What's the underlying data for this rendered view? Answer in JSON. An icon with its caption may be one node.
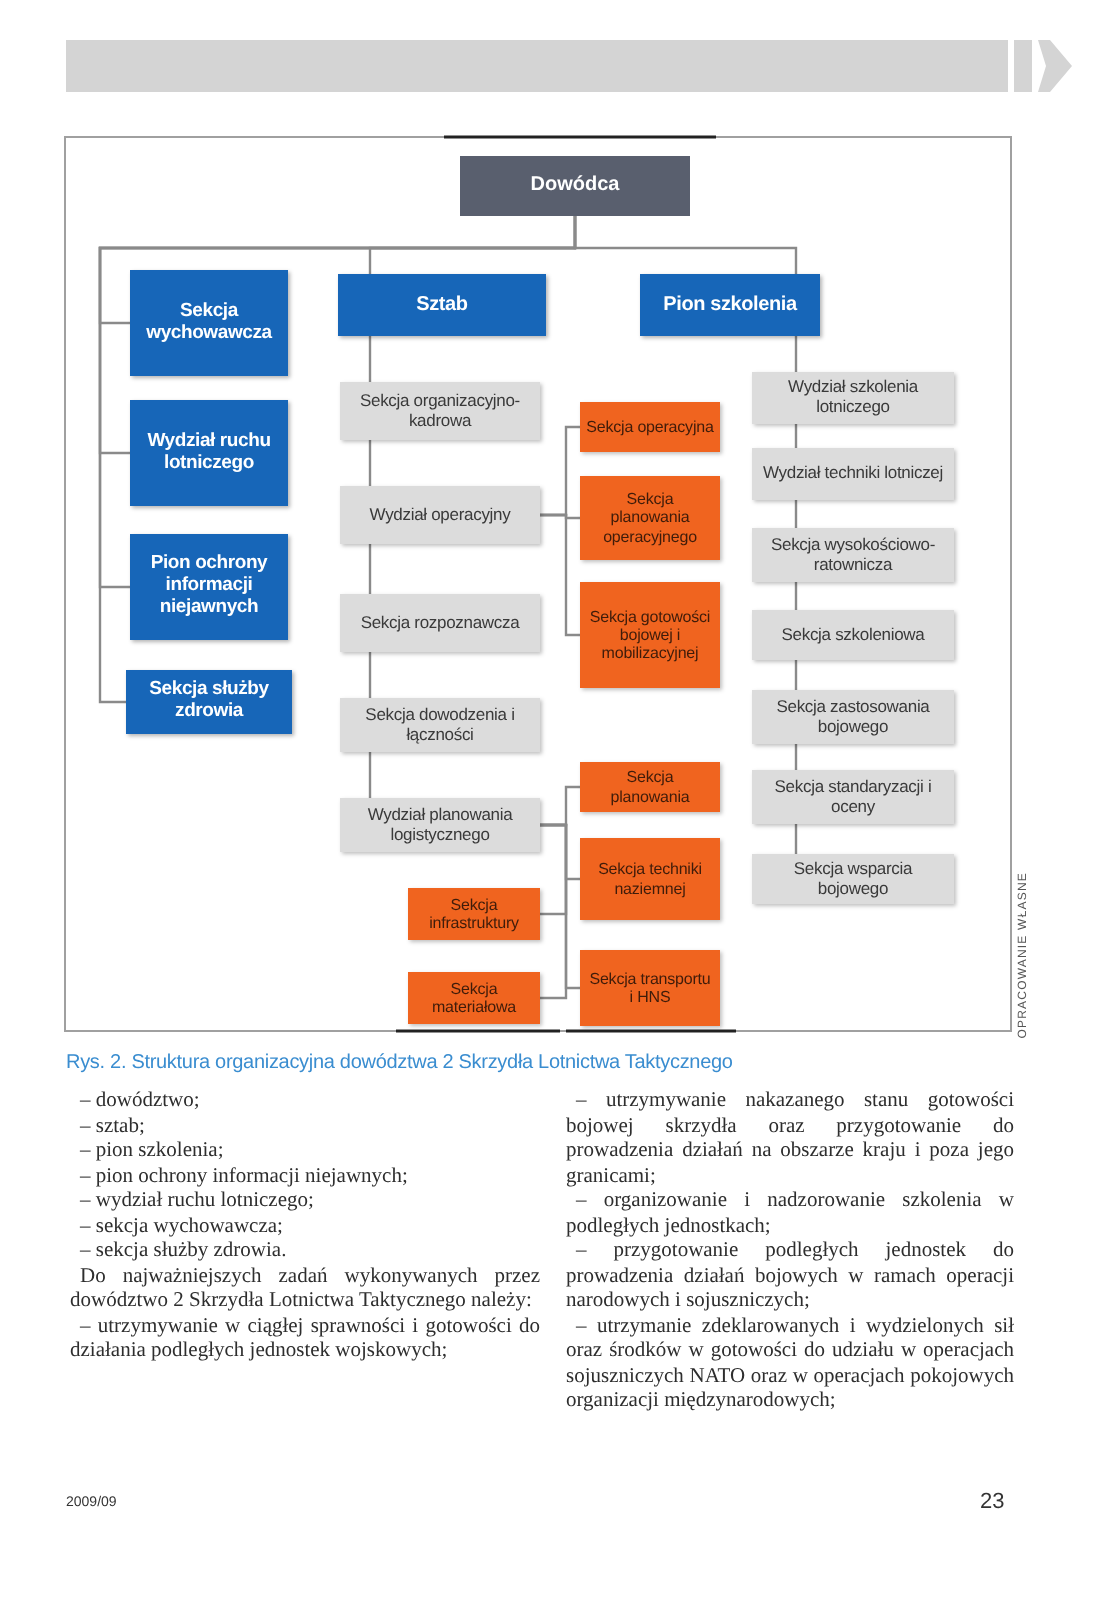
{
  "diagram": {
    "caption": "Rys. 2. Struktura organizacyjna dowództwa 2 Skrzydła Lotnictwa Taktycznego",
    "nodes": [
      {
        "text": [
          "Dowódca"
        ]
      },
      {
        "text": [
          "Sekcja wychowawcza"
        ]
      },
      {
        "text": [
          "Wydział ruchu lotniczego"
        ]
      },
      {
        "text": [
          "Pion ochrony informacji niejawnych"
        ]
      },
      {
        "text": [
          "Sekcja służby zdrowia"
        ]
      },
      {
        "text": [
          "Sztab"
        ]
      },
      {
        "text": [
          "Pion szkolenia"
        ]
      },
      {
        "text": [
          "Sekcja organizacyjno-kadrowa"
        ]
      },
      {
        "text": [
          "Wydział operacyjny"
        ]
      },
      {
        "text": [
          "Sekcja operacyjna"
        ]
      },
      {
        "text": [
          "Sekcja planowania operacyjnego"
        ]
      },
      {
        "text": [
          "Sekcja gotowości bojowej i mobilizacyjnej"
        ]
      },
      {
        "text": [
          "Sekcja rozpoznawcza"
        ]
      },
      {
        "text": [
          "Sekcja dowodzenia i łączności"
        ]
      },
      {
        "text": [
          "Wydział planowania logistycznego"
        ]
      },
      {
        "text": [
          "Sekcja planowania"
        ]
      },
      {
        "text": [
          "Sekcja techniki naziemnej"
        ]
      },
      {
        "text": [
          "Sekcja infrastruktury"
        ]
      },
      {
        "text": [
          "Sekcja materiałowa"
        ]
      },
      {
        "text": [
          "Sekcja transportu i HNS"
        ]
      },
      {
        "text": [
          "Wydział szkolenia lotniczego"
        ]
      },
      {
        "text": [
          "Wydział techniki lotniczej"
        ]
      },
      {
        "text": [
          "Sekcja wysokościowo-ratownicza"
        ]
      },
      {
        "text": [
          "Sekcja szkoleniowa"
        ]
      },
      {
        "text": [
          "Sekcja zastosowania bojowego"
        ]
      },
      {
        "text": [
          "Sekcja standaryzacji i oceny"
        ]
      },
      {
        "text": [
          "Sekcja wsparcia bojowego"
        ]
      }
    ],
    "edges": [
      {
        "from": 0,
        "to": 1,
        "arrow": "none"
      },
      {
        "from": 0,
        "to": 2,
        "arrow": "none"
      },
      {
        "from": 0,
        "to": 3,
        "arrow": "none"
      },
      {
        "from": 0,
        "to": 4,
        "arrow": "none"
      },
      {
        "from": 0,
        "to": 5,
        "arrow": "none"
      },
      {
        "from": 0,
        "to": 6,
        "arrow": "none"
      },
      {
        "from": 5,
        "to": 7,
        "arrow": "none"
      },
      {
        "from": 7,
        "to": 8,
        "arrow": "none"
      },
      {
        "from": 8,
        "to": 12,
        "arrow": "none"
      },
      {
        "from": 12,
        "to": 13,
        "arrow": "none"
      },
      {
        "from": 13,
        "to": 14,
        "arrow": "none"
      },
      {
        "from": 8,
        "to": 9,
        "arrow": "none"
      },
      {
        "from": 8,
        "to": 10,
        "arrow": "none"
      },
      {
        "from": 8,
        "to": 11,
        "arrow": "none"
      },
      {
        "from": 14,
        "to": 15,
        "arrow": "none"
      },
      {
        "from": 14,
        "to": 16,
        "arrow": "none"
      },
      {
        "from": 14,
        "to": 17,
        "arrow": "none"
      },
      {
        "from": 14,
        "to": 18,
        "arrow": "none"
      },
      {
        "from": 14,
        "to": 19,
        "arrow": "none"
      },
      {
        "from": 6,
        "to": 20,
        "arrow": "none"
      },
      {
        "from": 20,
        "to": 21,
        "arrow": "none"
      },
      {
        "from": 21,
        "to": 22,
        "arrow": "none"
      },
      {
        "from": 22,
        "to": 23,
        "arrow": "none"
      },
      {
        "from": 23,
        "to": 24,
        "arrow": "none"
      },
      {
        "from": 24,
        "to": 25,
        "arrow": "none"
      },
      {
        "from": 25,
        "to": 26,
        "arrow": "none"
      }
    ],
    "labels": [
      "OPRACOWANIE WŁASNE",
      "– dowództwo;",
      "– sztab;",
      "– pion szkolenia;",
      "– pion ochrony informacji niejawnych;",
      "– wydział ruchu lotniczego;",
      "– sekcja wychowawcza;",
      "– sekcja służby zdrowia.",
      "Do najważniejszych zadań wykonywanych przez dowództwo 2 Skrzydła Lotnictwa Taktycznego należy:",
      "– utrzymywanie w ciągłej sprawności i gotowości do działania podległych jednostek wojskowych;",
      "– utrzymywanie nakazanego stanu gotowości bojowej skrzydła oraz przygotowanie do prowadzenia działań na obszarze kraju i poza jego granicami;",
      "– organizowanie i nadzorowanie szkolenia w podległych jednostkach;",
      "– przygotowanie podległych jednostek do prowadzenia działań bojowych w ramach operacji narodowych i sojuszniczych;",
      "– utrzymanie zdeklarowanych i wydzielonych sił oraz środków w gotowości do udziału w operacjach sojuszniczych NATO oraz w operacjach pokojowych organizacji międzynarodowych;",
      "2009/09",
      "23"
    ]
  }
}
